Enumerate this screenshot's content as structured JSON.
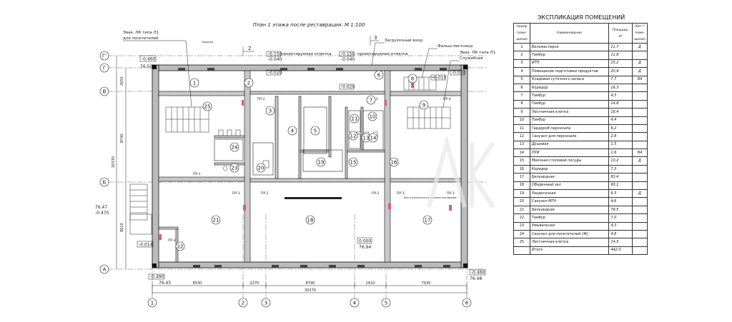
{
  "plan": {
    "title": "План 1 этажа после реставрации. М 1:100",
    "labels": {
      "evac_left_line1": "Эвак. ЛК типа Л1",
      "evac_left_line2": "для посетителей",
      "evac_right_line1": "Эвак. ЛК типа Л1",
      "evac_right_line2": "Служебная",
      "loading_entry": "Загрузочный вход",
      "false_stair": "Фальш-лестница",
      "design_mark_1": "проектируемая отметка",
      "design_mark_2": "проектируемая отметка",
      "section_2": "2",
      "section_3": "3",
      "note_pit": "Приямки",
      "note_elevator": "Бесступенчатая подъемная платформа"
    },
    "levels": {
      "l_tl": "-0.460",
      "l_tl2": "76.50",
      "l_m1a": "-0.150",
      "l_m1b": "-0.040",
      "l_m2a": "-0.150",
      "l_m2b": "-0.040",
      "l_020a": "-0.020",
      "l_020b": "-0.020",
      "l_010": "-0.010",
      "l_020c": "-0.020",
      "l_left_a": "76.47",
      "l_left_b": "-0.470",
      "l_014": "-0.014",
      "l_bl_a": "-0.490",
      "l_bl_b": "76.45",
      "l_center_a": "0.000",
      "l_center_b": "76.94",
      "l_br_a": "-0.460",
      "l_br_b": "76.48"
    },
    "axes_rows": [
      "Г'",
      "Г",
      "В",
      "Б",
      "А"
    ],
    "axes_cols": [
      "1",
      "2",
      "3",
      "4",
      "5",
      "6"
    ],
    "dims_bottom": [
      "8530",
      "2270",
      "8790",
      "2910",
      "7930"
    ],
    "dim_total": "30370",
    "dims_left": [
      "2650",
      "8740",
      "8610"
    ],
    "dim_left_total": "20330",
    "door_tags": [
      "ПР-1",
      "ПР-2",
      "ПР-3",
      "ПР-4"
    ],
    "room_numbers": [
      "1",
      "2",
      "3",
      "4",
      "5",
      "6",
      "7",
      "8",
      "9",
      "10",
      "11",
      "12",
      "13",
      "14",
      "15",
      "16",
      "17",
      "18",
      "19",
      "20",
      "21",
      "22",
      "23",
      "24",
      "25"
    ]
  },
  "legend": {
    "title": "ЭКСПЛИКАЦИЯ ПОМЕЩЕНИЙ",
    "headers": {
      "num": "Номер поме-щения",
      "name": "Наименование",
      "area": "Площадь, м²",
      "cat": "Кат.* поме-щения"
    },
    "rows": [
      {
        "num": "1",
        "name": "Веломастерка",
        "area": "11,7",
        "cat": "Д"
      },
      {
        "num": "2",
        "name": "Тамбур",
        "area": "11,8",
        "cat": ""
      },
      {
        "num": "3",
        "name": "ИТП",
        "area": "15,2",
        "cat": "Д"
      },
      {
        "num": "4",
        "name": "Помещение подготовки продуктов",
        "area": "20,9",
        "cat": "Д"
      },
      {
        "num": "5",
        "name": "Кладовая суточного запаса",
        "area": "7,7",
        "cat": "В4"
      },
      {
        "num": "6",
        "name": "Коридор",
        "area": "16,3",
        "cat": ""
      },
      {
        "num": "7",
        "name": "Тамбур",
        "area": "4,5",
        "cat": ""
      },
      {
        "num": "8",
        "name": "Тамбур",
        "area": "14,8",
        "cat": ""
      },
      {
        "num": "9",
        "name": "Лестничная клетка",
        "area": "18,4",
        "cat": ""
      },
      {
        "num": "10",
        "name": "Тамбур",
        "area": "4,4",
        "cat": ""
      },
      {
        "num": "11",
        "name": "Гардероб персонала",
        "area": "6,2",
        "cat": ""
      },
      {
        "num": "12",
        "name": "Санузел для персонала",
        "area": "2,8",
        "cat": ""
      },
      {
        "num": "13",
        "name": "Душевая",
        "area": "1,5",
        "cat": ""
      },
      {
        "num": "14",
        "name": "ПУИ",
        "area": "1,6",
        "cat": "В4"
      },
      {
        "num": "15",
        "name": "Моечная столовой посуды",
        "area": "10,2",
        "cat": "Д"
      },
      {
        "num": "16",
        "name": "Коридор",
        "area": "7,3",
        "cat": ""
      },
      {
        "num": "17",
        "name": "Бильярдная",
        "area": "83,4",
        "cat": ""
      },
      {
        "num": "18",
        "name": "Обеденный зал",
        "area": "93,1",
        "cat": ""
      },
      {
        "num": "19",
        "name": "Раздаточная",
        "area": "6,5",
        "cat": "Д"
      },
      {
        "num": "20",
        "name": "Санузел МГН",
        "area": "4,6",
        "cat": ""
      },
      {
        "num": "21",
        "name": "Бильярдная",
        "area": "79,5",
        "cat": ""
      },
      {
        "num": "22",
        "name": "Тамбур",
        "area": "7,0",
        "cat": ""
      },
      {
        "num": "23",
        "name": "Умывальная",
        "area": "4,3",
        "cat": ""
      },
      {
        "num": "24",
        "name": "Санузел для посетителей (Ж)",
        "area": "4,8",
        "cat": ""
      },
      {
        "num": "25",
        "name": "Лестничная клетка",
        "area": "14,5",
        "cat": ""
      },
      {
        "num": "",
        "name": "Итого",
        "area": "442,0",
        "cat": ""
      }
    ]
  }
}
